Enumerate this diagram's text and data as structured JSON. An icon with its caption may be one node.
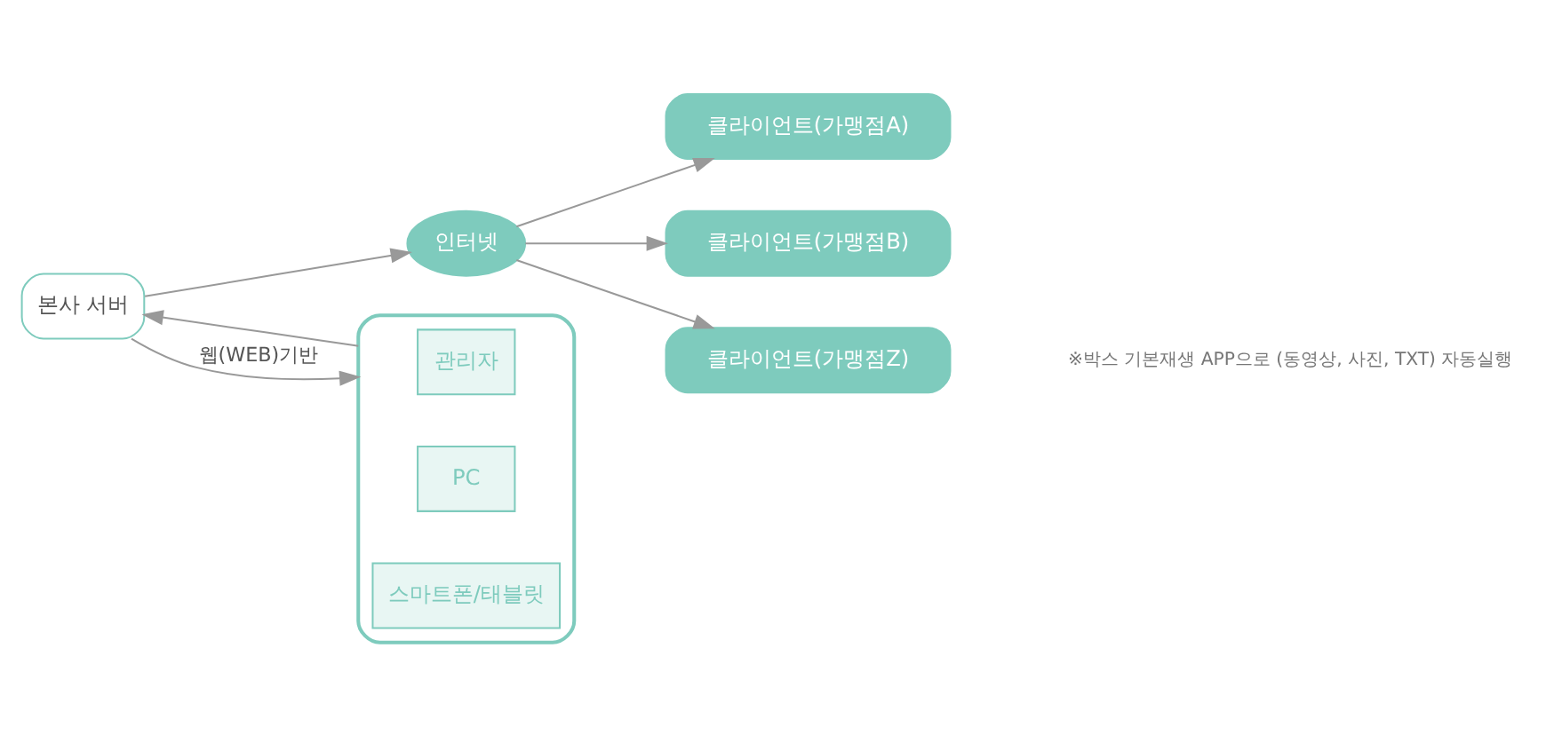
{
  "diagram": {
    "nodes": [
      {
        "text": [
          "본사 서버"
        ]
      },
      {
        "text": [
          "인터넷"
        ]
      },
      {
        "text": [
          "클라이언트(가맹점A)"
        ]
      },
      {
        "text": [
          "클라이언트(가맹점B)"
        ]
      },
      {
        "text": [
          "클라이언트(가맹점Z)"
        ]
      },
      {
        "text": [],
        "shape": "box"
      },
      {
        "text": [
          "관리자"
        ],
        "in": 5
      },
      {
        "text": [
          "PC"
        ],
        "in": 5
      },
      {
        "text": [
          "스마트폰/태블릿"
        ],
        "in": 5
      }
    ],
    "edges": [
      {
        "from": 0,
        "to": 1,
        "arrow": "to"
      },
      {
        "from": 1,
        "to": 2,
        "arrow": "to"
      },
      {
        "from": 1,
        "to": 3,
        "arrow": "to"
      },
      {
        "from": 1,
        "to": 4,
        "arrow": "to"
      },
      {
        "from": 5,
        "to": 0,
        "arrow": "to"
      },
      {
        "from": 0,
        "to": 5,
        "arrow": "to",
        "label": "웹(WEB)기반"
      }
    ],
    "labels": [
      "※박스 기본재생 APP으로 (동영상, 사진, TXT) 자동실행"
    ]
  }
}
